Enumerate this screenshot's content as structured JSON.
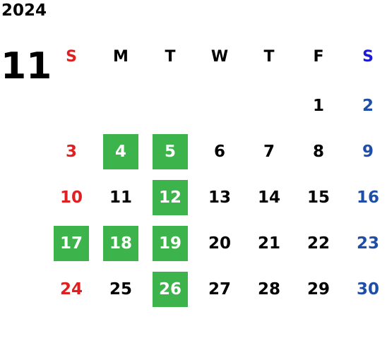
{
  "calendar": {
    "year": "2024",
    "month": "11",
    "weekdays": [
      "S",
      "M",
      "T",
      "W",
      "T",
      "F",
      "S"
    ],
    "weeks": [
      [
        "",
        "",
        "",
        "",
        "",
        "1",
        "2"
      ],
      [
        "3",
        "4",
        "5",
        "6",
        "7",
        "8",
        "9"
      ],
      [
        "10",
        "11",
        "12",
        "13",
        "14",
        "15",
        "16"
      ],
      [
        "17",
        "18",
        "19",
        "20",
        "21",
        "22",
        "23"
      ],
      [
        "24",
        "25",
        "26",
        "27",
        "28",
        "29",
        "30"
      ]
    ],
    "highlighted_days": [
      "4",
      "5",
      "12",
      "17",
      "18",
      "19",
      "26"
    ]
  },
  "colors": {
    "sunday": "#e02020",
    "saturday_header": "#1a1ad8",
    "saturday": "#1f4ea8",
    "weekday": "#000000",
    "highlight_bg": "#3cb44b",
    "highlight_text": "#ffffff"
  }
}
